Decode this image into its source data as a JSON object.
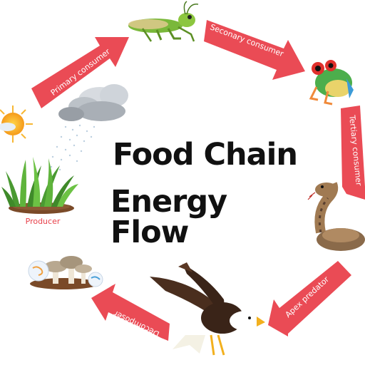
{
  "title": {
    "line1": "Food Chain",
    "line2": "Energy Flow"
  },
  "producer_label": "Producer",
  "arrows": [
    {
      "label": "Primary consumer"
    },
    {
      "label": "Seconary consumer"
    },
    {
      "label": "Tertiary consumer"
    },
    {
      "label": "Apex predator"
    },
    {
      "label": "Decomposer"
    }
  ],
  "colors": {
    "arrow": "#ea4b55",
    "arrow_text": "#ffffff",
    "producer_text": "#e8404a",
    "title": "#111111"
  },
  "icons": [
    "sun-icon",
    "cloud-icon",
    "rain-icon",
    "grass-icon",
    "grasshopper-icon",
    "frog-icon",
    "snake-icon",
    "eagle-icon",
    "mushrooms-icon"
  ]
}
